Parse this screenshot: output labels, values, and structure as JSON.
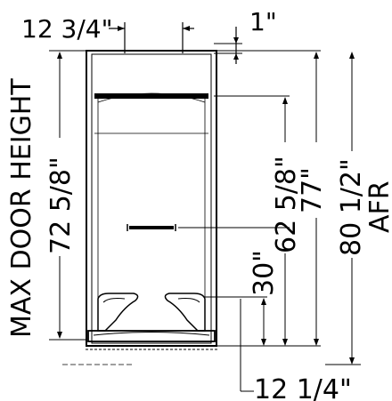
{
  "dimensions": {
    "top_width": "12 3/4\"",
    "top_offset": "1\"",
    "max_door_height_label": "MAX DOOR HEIGHT",
    "max_door_height_value": "72 5/8\"",
    "grab_bar_height": "62 5/8\"",
    "overall_height_inner": "77\"",
    "overall_height_afr": "80 1/2\"",
    "afr_label": "AFR",
    "seat_height": "30\"",
    "bottom_width": "12 1/4\""
  }
}
